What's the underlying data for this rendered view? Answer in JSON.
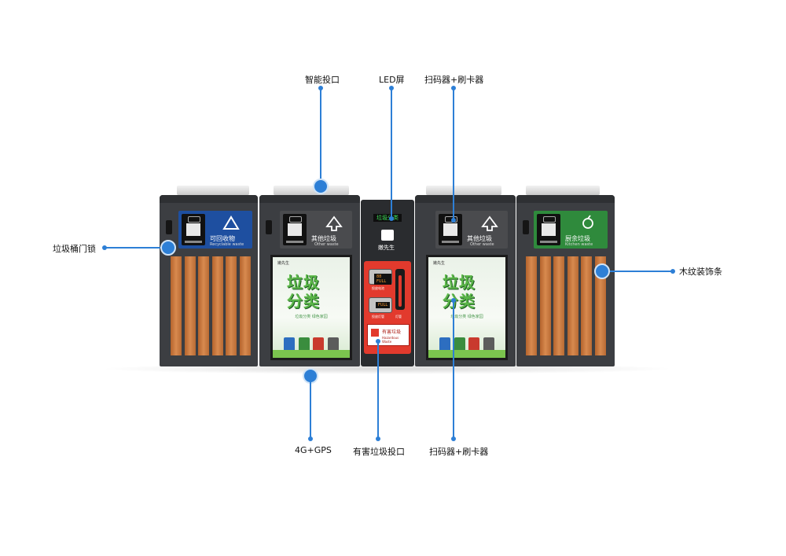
{
  "callouts": {
    "smart_inlet": "智能投口",
    "led_screen": "LED屏",
    "scanner_top": "扫码器+刷卡器",
    "door_lock": "垃圾桶门锁",
    "wood_trim": "木纹装饰条",
    "gps": "4G+GPS",
    "hazardous_inlet": "有害垃圾投口",
    "scanner_bottom": "扫码器+刷卡器"
  },
  "bins": [
    {
      "category": "可回收物",
      "category_en": "Recyclable waste",
      "color": "#1e4fa0"
    },
    {
      "category": "其他垃圾",
      "category_en": "Other waste",
      "color": "#4a4b4e"
    },
    {
      "category": "其他垃圾",
      "category_en": "Other waste",
      "color": "#4a4b4e"
    },
    {
      "category": "厨余垃圾",
      "category_en": "Kitchen waste",
      "color": "#2f8a3c"
    }
  ],
  "center": {
    "led_text": "垃圾分类",
    "brand": "嫩先生",
    "hazard_label": "有害垃圾",
    "hazard_label_en": "Hazardous Waste",
    "lcd_1": "88 FULL",
    "lcd_2": "FULL",
    "caption_1": "投放电池",
    "caption_2": "投放灯管",
    "caption_3": "灯管"
  },
  "screen": {
    "brand": "嫩先生",
    "title_line1": "垃圾",
    "title_line2": "分类",
    "slogan": "垃圾分类  绿色家园"
  },
  "colors": {
    "accent": "#2d7fd6",
    "body": "#3c3e42",
    "wood": "#c97a3e",
    "hazard_red": "#e23a2d"
  }
}
